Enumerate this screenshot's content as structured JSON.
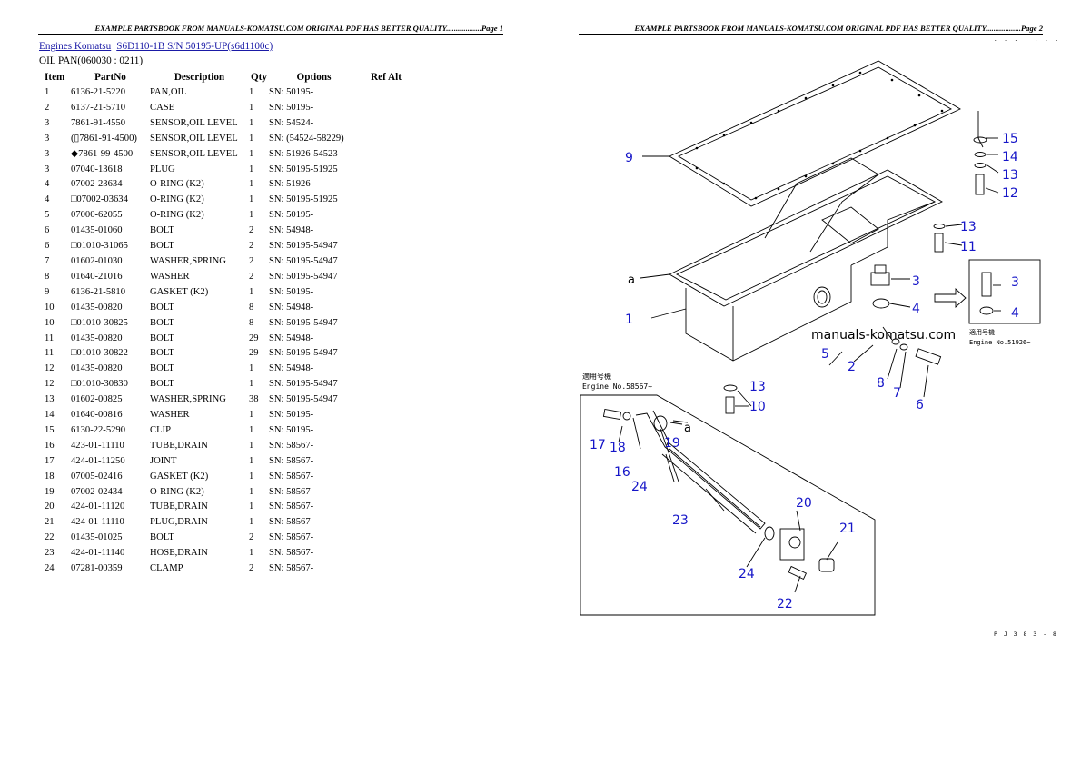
{
  "header": {
    "page1": "EXAMPLE PARTSBOOK FROM MANUALS-KOMATSU.COM ORIGINAL PDF HAS BETTER QUALITY..................Page 1",
    "page2": "EXAMPLE PARTSBOOK FROM MANUALS-KOMATSU.COM ORIGINAL PDF HAS BETTER QUALITY..................Page 2"
  },
  "breadcrumb": {
    "link1": "Engines Komatsu",
    "link2": "S6D110-1B S/N 50195-UP(s6d1100c)"
  },
  "section_title": "OIL PAN(060030 : 0211)",
  "table": {
    "headers": [
      "Item",
      "PartNo",
      "Description",
      "Qty",
      "Options",
      "Ref Alt"
    ],
    "rows": [
      [
        "1",
        "6136-21-5220",
        "PAN,OIL",
        "1",
        "SN: 50195-",
        ""
      ],
      [
        "2",
        "6137-21-5710",
        "CASE",
        "1",
        "SN: 50195-",
        ""
      ],
      [
        "3",
        "7861-91-4550",
        "SENSOR,OIL LEVEL",
        "1",
        "SN: 54524-",
        ""
      ],
      [
        "3",
        "(▯7861-91-4500)",
        "SENSOR,OIL LEVEL",
        "1",
        "SN: (54524-58229)",
        ""
      ],
      [
        "3",
        "◆7861-99-4500",
        "SENSOR,OIL LEVEL",
        "1",
        "SN: 51926-54523",
        ""
      ],
      [
        "3",
        "07040-13618",
        "PLUG",
        "1",
        "SN: 50195-51925",
        ""
      ],
      [
        "4",
        "07002-23634",
        "O-RING (K2)",
        "1",
        "SN: 51926-",
        ""
      ],
      [
        "4",
        "□07002-03634",
        "O-RING (K2)",
        "1",
        "SN: 50195-51925",
        ""
      ],
      [
        "5",
        "07000-62055",
        "O-RING (K2)",
        "1",
        "SN: 50195-",
        ""
      ],
      [
        "6",
        "01435-01060",
        "BOLT",
        "2",
        "SN: 54948-",
        ""
      ],
      [
        "6",
        "□01010-31065",
        "BOLT",
        "2",
        "SN: 50195-54947",
        ""
      ],
      [
        "7",
        "01602-01030",
        "WASHER,SPRING",
        "2",
        "SN: 50195-54947",
        ""
      ],
      [
        "8",
        "01640-21016",
        "WASHER",
        "2",
        "SN: 50195-54947",
        ""
      ],
      [
        "9",
        "6136-21-5810",
        "GASKET (K2)",
        "1",
        "SN: 50195-",
        ""
      ],
      [
        "10",
        "01435-00820",
        "BOLT",
        "8",
        "SN: 54948-",
        ""
      ],
      [
        "10",
        "□01010-30825",
        "BOLT",
        "8",
        "SN: 50195-54947",
        ""
      ],
      [
        "11",
        "01435-00820",
        "BOLT",
        "29",
        "SN: 54948-",
        ""
      ],
      [
        "11",
        "□01010-30822",
        "BOLT",
        "29",
        "SN: 50195-54947",
        ""
      ],
      [
        "12",
        "01435-00820",
        "BOLT",
        "1",
        "SN: 54948-",
        ""
      ],
      [
        "12",
        "□01010-30830",
        "BOLT",
        "1",
        "SN: 50195-54947",
        ""
      ],
      [
        "13",
        "01602-00825",
        "WASHER,SPRING",
        "38",
        "SN: 50195-54947",
        ""
      ],
      [
        "14",
        "01640-00816",
        "WASHER",
        "1",
        "SN: 50195-",
        ""
      ],
      [
        "15",
        "6130-22-5290",
        "CLIP",
        "1",
        "SN: 50195-",
        ""
      ],
      [
        "16",
        "423-01-11110",
        "TUBE,DRAIN",
        "1",
        "SN: 58567-",
        ""
      ],
      [
        "17",
        "424-01-11250",
        "JOINT",
        "1",
        "SN: 58567-",
        ""
      ],
      [
        "18",
        "07005-02416",
        "GASKET (K2)",
        "1",
        "SN: 58567-",
        ""
      ],
      [
        "19",
        "07002-02434",
        "O-RING (K2)",
        "1",
        "SN: 58567-",
        ""
      ],
      [
        "20",
        "424-01-11120",
        "TUBE,DRAIN",
        "1",
        "SN: 58567-",
        ""
      ],
      [
        "21",
        "424-01-11110",
        "PLUG,DRAIN",
        "1",
        "SN: 58567-",
        ""
      ],
      [
        "22",
        "01435-01025",
        "BOLT",
        "2",
        "SN: 58567-",
        ""
      ],
      [
        "23",
        "424-01-11140",
        "HOSE,DRAIN",
        "1",
        "SN: 58567-",
        ""
      ],
      [
        "24",
        "07281-00359",
        "CLAMP",
        "2",
        "SN: 58567-",
        ""
      ]
    ]
  },
  "diagram": {
    "callout_color": "#1616c8",
    "watermark": "manuals-komatsu.com",
    "ref_letter": "a",
    "engine_label_1": "Engine No.58567~",
    "engine_label_1_jp": "適用号機",
    "engine_label_2": "Engine No.51926~",
    "engine_label_2_jp": "適用号機",
    "stamp_top": ". . . . . . .",
    "stamp_bottom": "P J 3 8 3 - 8",
    "callouts": {
      "c1": "1",
      "c2": "2",
      "c3a": "3",
      "c3b": "3",
      "c4a": "4",
      "c4b": "4",
      "c5": "5",
      "c6": "6",
      "c7": "7",
      "c8": "8",
      "c9": "9",
      "c10": "10",
      "c11": "11",
      "c12": "12",
      "c13a": "13",
      "c13b": "13",
      "c13c": "13",
      "c14": "14",
      "c15": "15",
      "c16": "16",
      "c17": "17",
      "c18": "18",
      "c19": "19",
      "c20": "20",
      "c21": "21",
      "c22": "22",
      "c23": "23",
      "c24a": "24",
      "c24b": "24"
    }
  }
}
